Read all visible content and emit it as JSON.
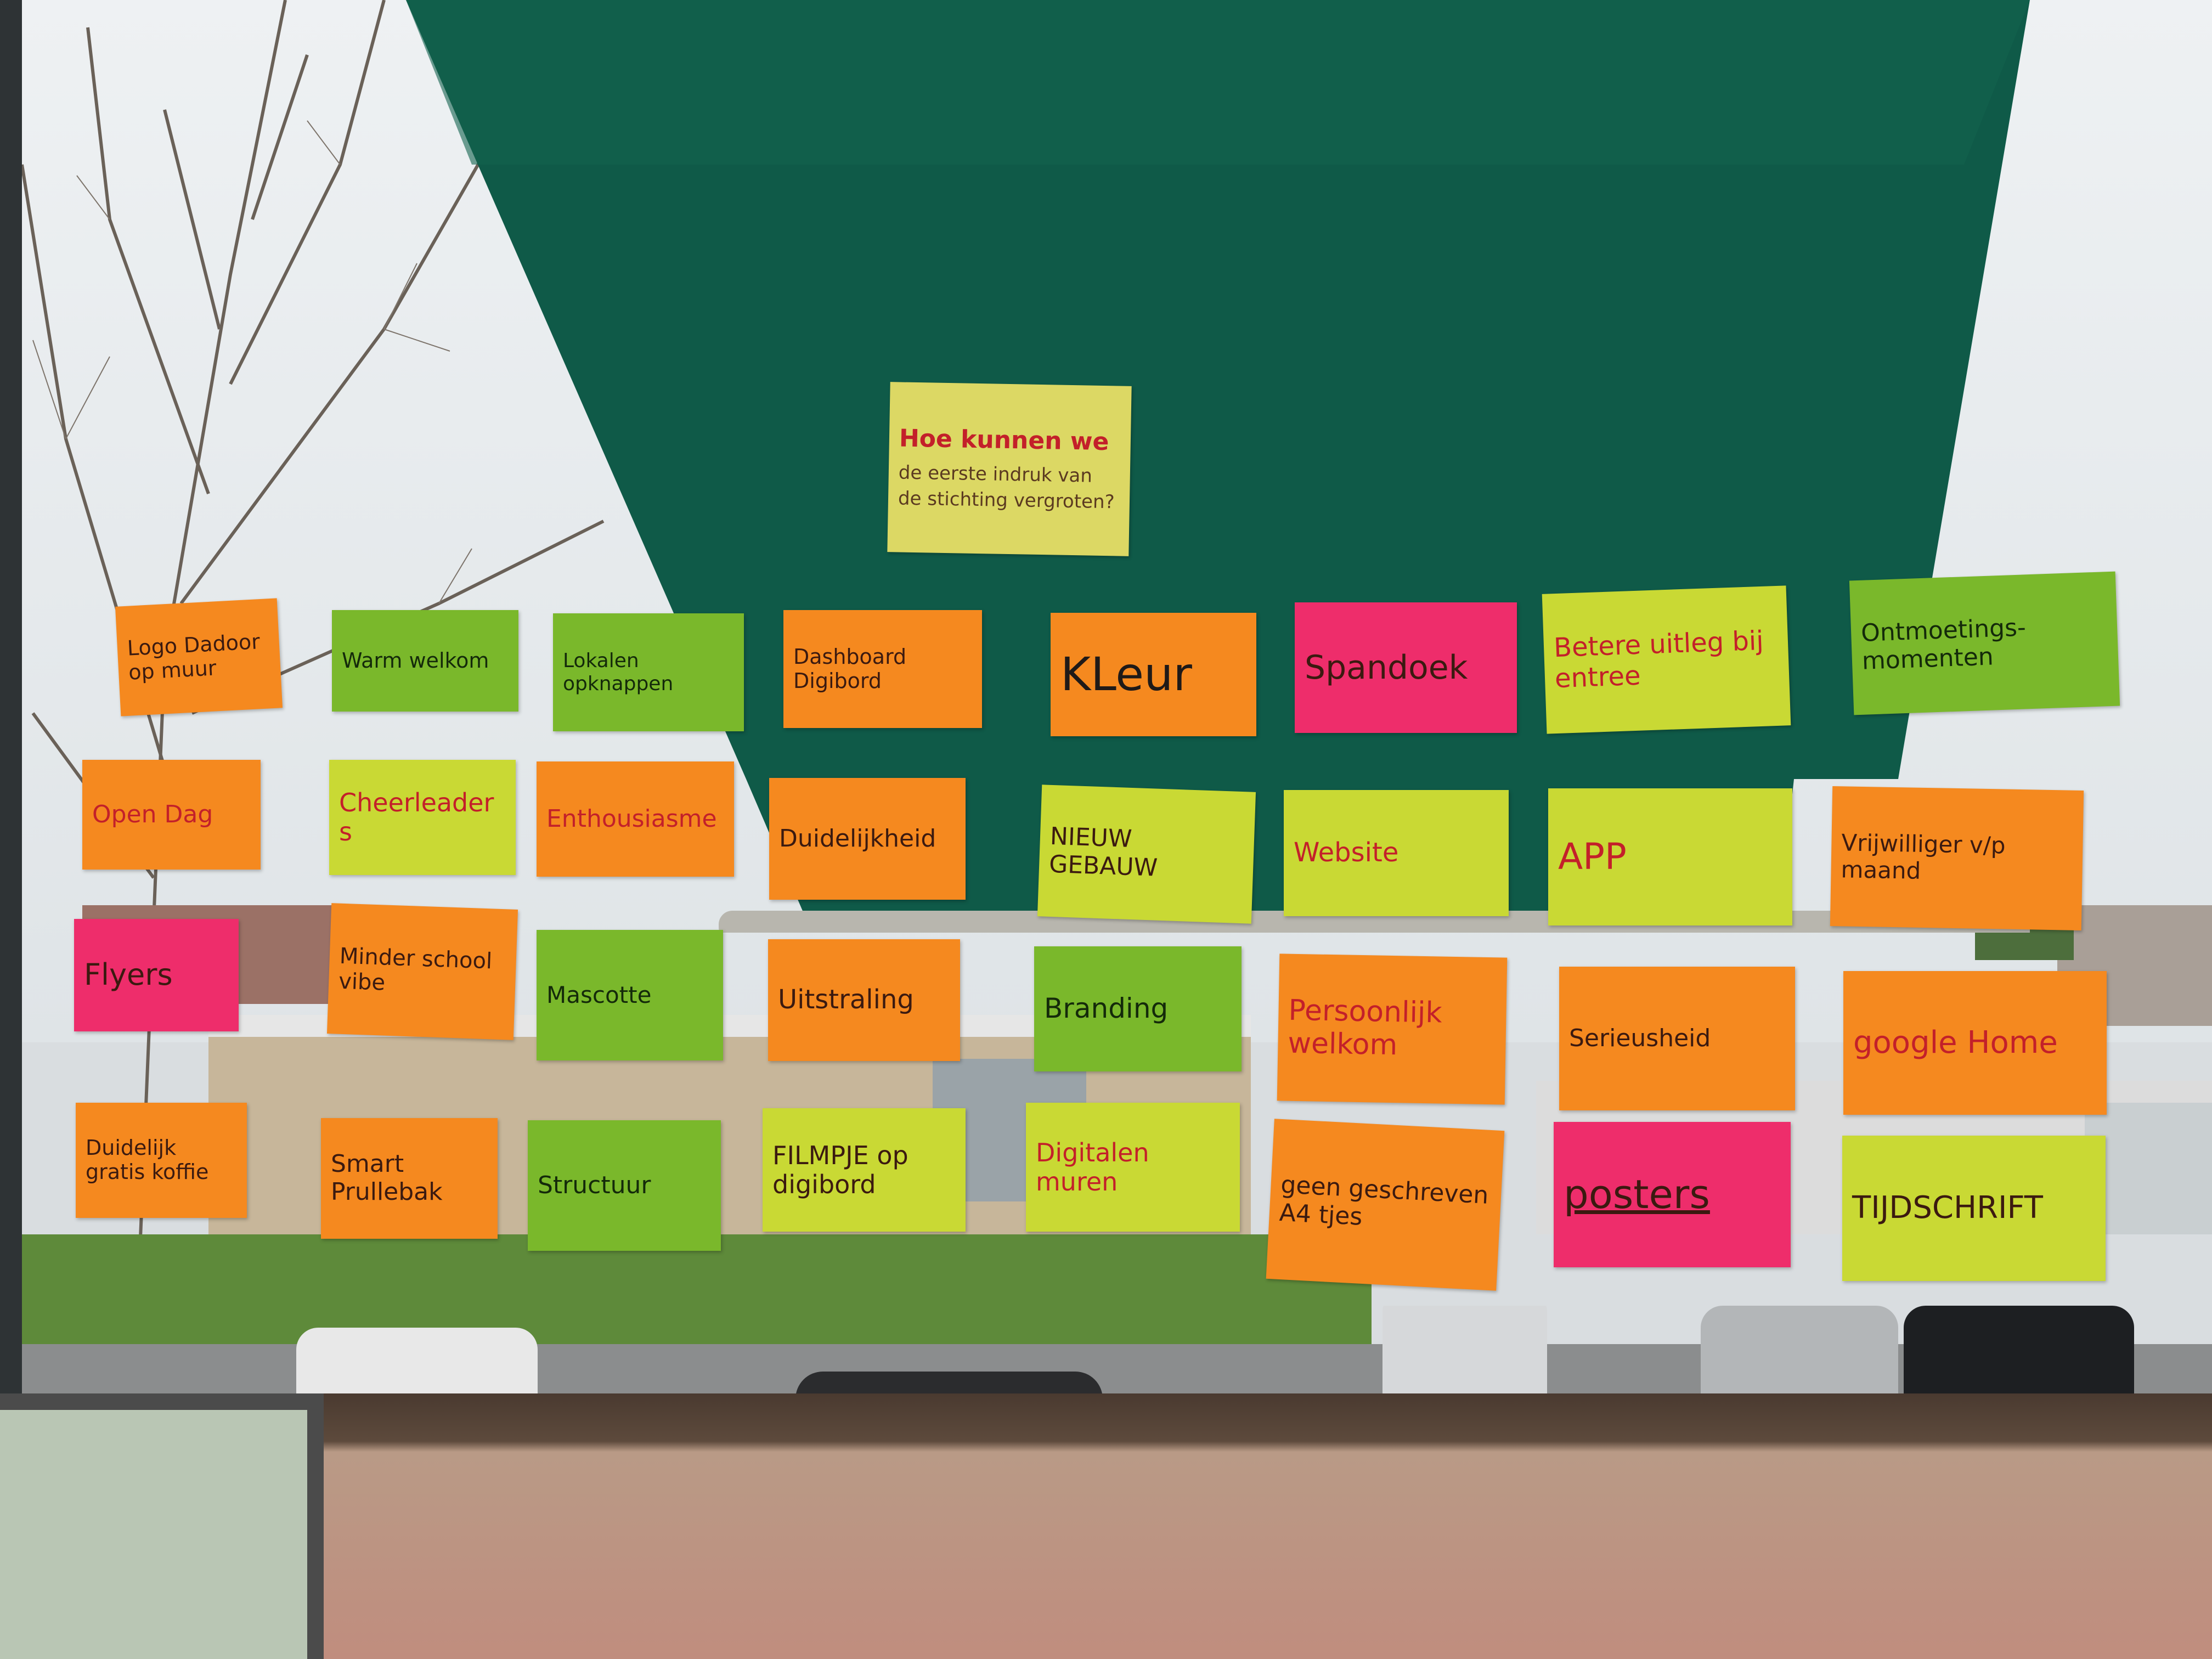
{
  "title_note": {
    "line1": "Hoe kunnen we",
    "line2": "de eerste indruk van",
    "line3": "de stichting vergroten?"
  },
  "notes": [
    {
      "text": "Logo Dadoor op muur"
    },
    {
      "text": "Warm welkom"
    },
    {
      "text": "Lokalen opknappen"
    },
    {
      "text": "Dashboard Digibord"
    },
    {
      "text": "KLeur"
    },
    {
      "text": "Spandoek"
    },
    {
      "text": "Betere uitleg bij entree"
    },
    {
      "text": "Ontmoetings-momenten"
    },
    {
      "text": "Open Dag"
    },
    {
      "text": "Cheerleaders"
    },
    {
      "text": "Enthousiasme"
    },
    {
      "text": "Duidelijkheid"
    },
    {
      "text": "NIEUW GEBAUW"
    },
    {
      "text": "Website"
    },
    {
      "text": "APP"
    },
    {
      "text": "Vrijwilliger v/p maand"
    },
    {
      "text": "Flyers"
    },
    {
      "text": "Minder school vibe"
    },
    {
      "text": "Mascotte"
    },
    {
      "text": "Uitstraling"
    },
    {
      "text": "Branding"
    },
    {
      "text": "Persoonlijk welkom"
    },
    {
      "text": "Serieusheid"
    },
    {
      "text": "google Home"
    },
    {
      "text": "Duidelijk gratis koffie"
    },
    {
      "text": "Smart Prullebak"
    },
    {
      "text": "Structuur"
    },
    {
      "text": "FILMPJE op digibord"
    },
    {
      "text": "Digitalen muren"
    },
    {
      "text": "geen geschreven A4 tjes"
    },
    {
      "text": "posters"
    },
    {
      "text": "TIJDSCHRIFT"
    }
  ],
  "colors": {
    "orange": "#f5891f",
    "green": "#7ab82b",
    "lime": "#c9d934",
    "pink": "#ee2d6b",
    "yellow": "#dcd864",
    "awning": "#0f5a48"
  }
}
